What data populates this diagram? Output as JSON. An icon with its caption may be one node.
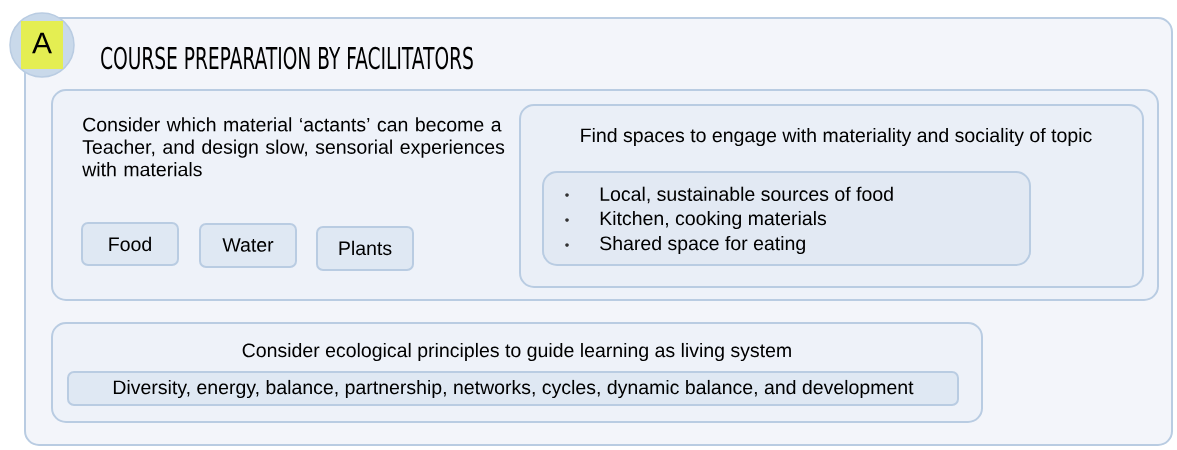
{
  "diagram": {
    "nodes": [
      {
        "text": [
          "A"
        ]
      },
      {
        "text": [
          "COURSE PREPARATION BY FACILITATORS"
        ]
      },
      {
        "text": [
          "Consider which material ‘actants’ can become a Teacher, and design slow, sensorial experiences with materials"
        ],
        "in": 1
      },
      {
        "text": [
          "Food"
        ],
        "in": 2
      },
      {
        "text": [
          "Water"
        ],
        "in": 2
      },
      {
        "text": [
          "Plants"
        ],
        "in": 2
      },
      {
        "text": [
          "Find spaces to engage with materiality and sociality of topic"
        ],
        "in": 2
      },
      {
        "text": [
          "Local, sustainable sources of food",
          "Kitchen, cooking materials",
          "Shared space for eating"
        ],
        "in": 6
      },
      {
        "text": [
          "Consider ecological principles to guide learning as living system"
        ],
        "in": 1
      },
      {
        "text": [
          "Diversity, energy, balance, partnership, networks, cycles, dynamic balance, and development"
        ],
        "in": 8
      }
    ]
  }
}
